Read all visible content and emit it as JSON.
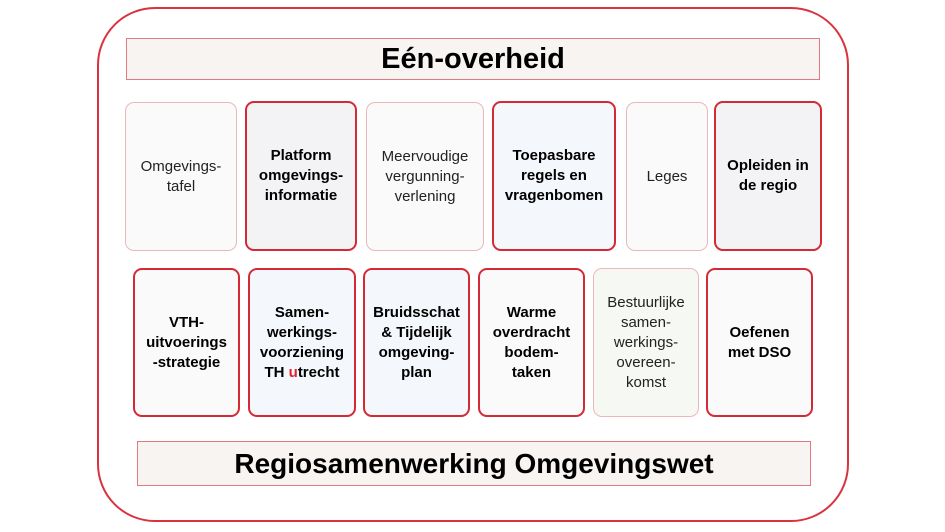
{
  "top_banner": {
    "title": "Eén-overheid"
  },
  "bottom_banner": {
    "title": "Regiosamenwerking Omgevingswet"
  },
  "row1": [
    {
      "label": "Omgevings-\ntafel"
    },
    {
      "label": "Platform\nomgevings-\ninformatie"
    },
    {
      "label": "Meervoudige\nvergunning-\nverlening"
    },
    {
      "label": "Toepasbare\nregels en\nvragenbomen"
    },
    {
      "label": "Leges"
    },
    {
      "label": "Opleiden in\nde regio"
    }
  ],
  "row2": [
    {
      "label": "VTH-\nuitvoerings\n-strategie"
    },
    {
      "label_prefix": "Samen-\nwerkings-\nvoorziening\nTH ",
      "label_highlight": "u",
      "label_suffix": "trecht"
    },
    {
      "label": "Bruidsschat\n& Tijdelijk\nomgeving-\nplan"
    },
    {
      "label": "Warme\noverdracht\nbodem-\ntaken"
    },
    {
      "label": "Bestuurlijke\nsamen-\nwerkings-\novereen-\nkomst"
    },
    {
      "label": "Oefenen\nmet DSO"
    }
  ],
  "colors": {
    "accent": "#d42a36",
    "light_border": "#ecb7ba"
  }
}
